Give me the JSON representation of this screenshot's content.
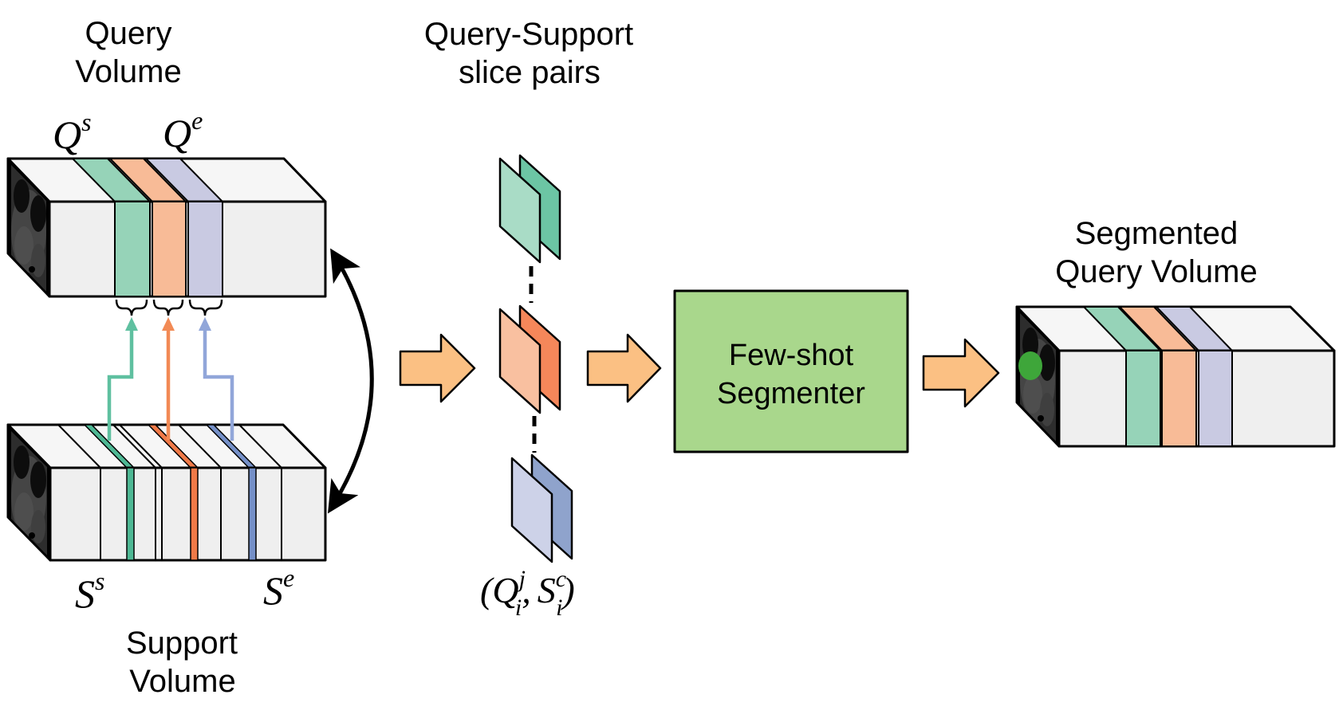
{
  "figure": {
    "query_volume": {
      "title": [
        "Query",
        "Volume"
      ],
      "start_label": {
        "base": "Q",
        "sup": "s"
      },
      "end_label": {
        "base": "Q",
        "sup": "e"
      }
    },
    "support_volume": {
      "title": [
        "Support",
        "Volume"
      ],
      "start_label": {
        "base": "S",
        "sup": "s"
      },
      "end_label": {
        "base": "S",
        "sup": "e"
      }
    },
    "slice_pairs": {
      "title": [
        "Query-Support",
        "slice pairs"
      ],
      "pair_label": {
        "open": "(",
        "q": "Q",
        "q_sup": "j",
        "q_sub": "i",
        "comma": ",",
        "s": "S",
        "s_sup": "c",
        "s_sub": "i",
        "close": ")"
      }
    },
    "segmenter": {
      "label": [
        "Few-shot",
        "Segmenter"
      ]
    },
    "segmented_volume": {
      "title": [
        "Segmented",
        "Query Volume"
      ]
    }
  },
  "colors": {
    "background": "#ffffff",
    "outline": "#000000",
    "face_front": "#efefef",
    "face_top": "#f6f6f6",
    "teal_slice": "#96d3b8",
    "orange_slice": "#f8bb97",
    "lavender_slice": "#c9cae2",
    "support_teal_band": "#4eb894",
    "support_orange_band": "#f07a48",
    "support_blue_band": "#7590c8",
    "teal_card_front": "#a9dcc6",
    "teal_card_back": "#6cc5a4",
    "orange_card_front": "#f9c0a0",
    "orange_card_back": "#f5875a",
    "purple_card_front": "#cdd2e8",
    "purple_card_back": "#8fa3cc",
    "arrow_teal": "#5fc0a0",
    "arrow_orange": "#f28a55",
    "arrow_blue": "#91a6d9",
    "block_arrow": "#fbc083",
    "segmenter_box": "#a9d78c",
    "segmentation_blob": "#3ea63a"
  }
}
